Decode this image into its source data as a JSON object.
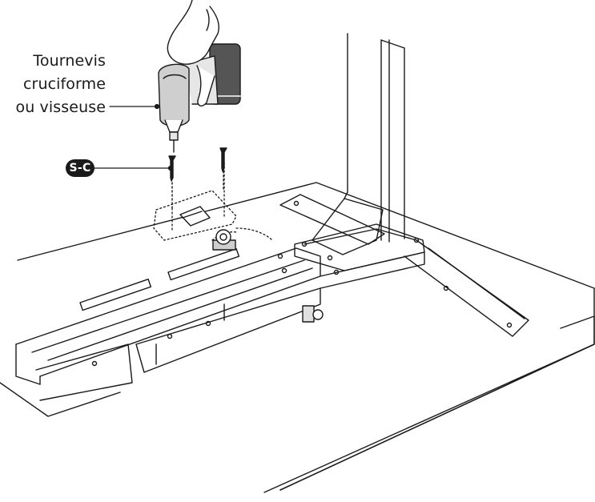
{
  "tool_label": {
    "line1": "Tournevis",
    "line2": "cruciforme",
    "line3": "ou visseuse"
  },
  "part_badge": {
    "label": "S-C"
  },
  "colors": {
    "line": "#1a1a1a",
    "fill_light": "#ffffff",
    "fill_gray": "#cfcfcf",
    "fill_dark": "#555555"
  },
  "icons": [
    "hand-icon",
    "drill-icon",
    "screw-icon",
    "cable-clip-icon"
  ]
}
